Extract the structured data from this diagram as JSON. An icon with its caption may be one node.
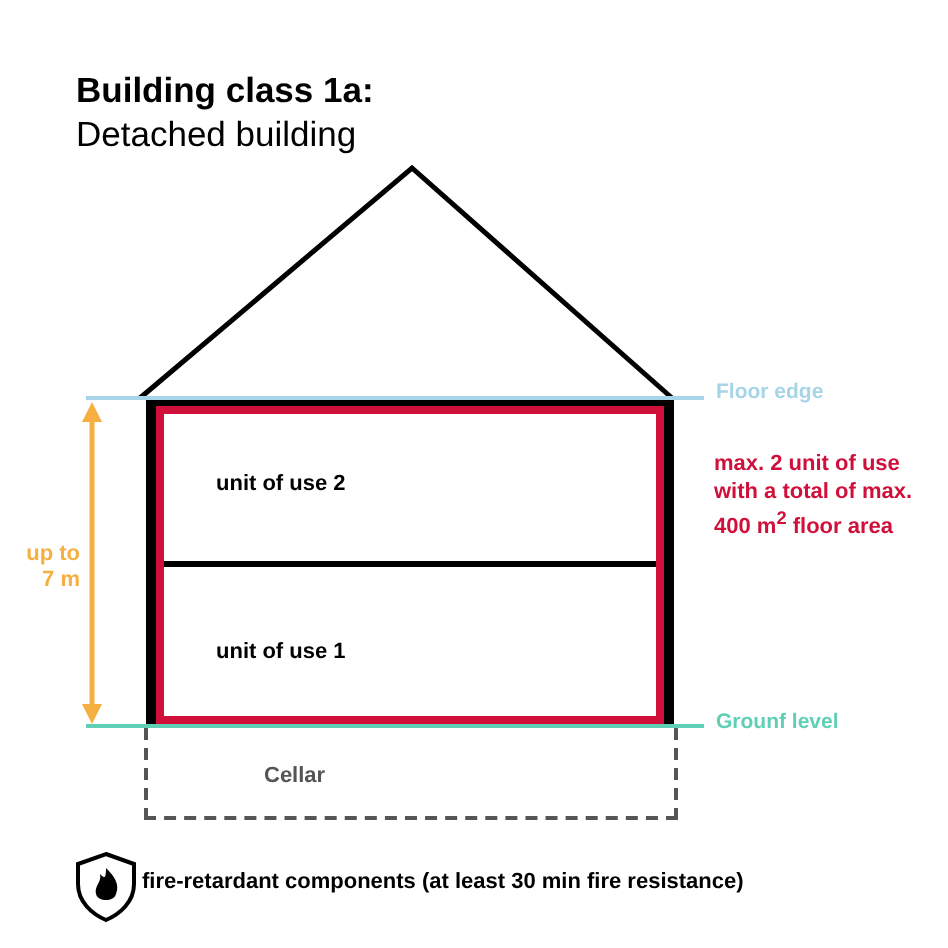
{
  "diagram": {
    "title": "**Building class 1a:** Detached building",
    "nodes": [
      {
        "text": [
          "unit of use 2"
        ]
      },
      {
        "text": [
          "unit of use 1"
        ]
      },
      {
        "text": [
          "Cellar"
        ]
      }
    ],
    "labels": [
      "Floor edge",
      "max. 2 unit of use with a total of max. 400 m$^{2}$ floor area",
      "up to 7 m",
      "Grounf level"
    ],
    "legend": [
      {
        "text": "fire-retardant components (at least 30 min fire resistance)"
      }
    ]
  }
}
